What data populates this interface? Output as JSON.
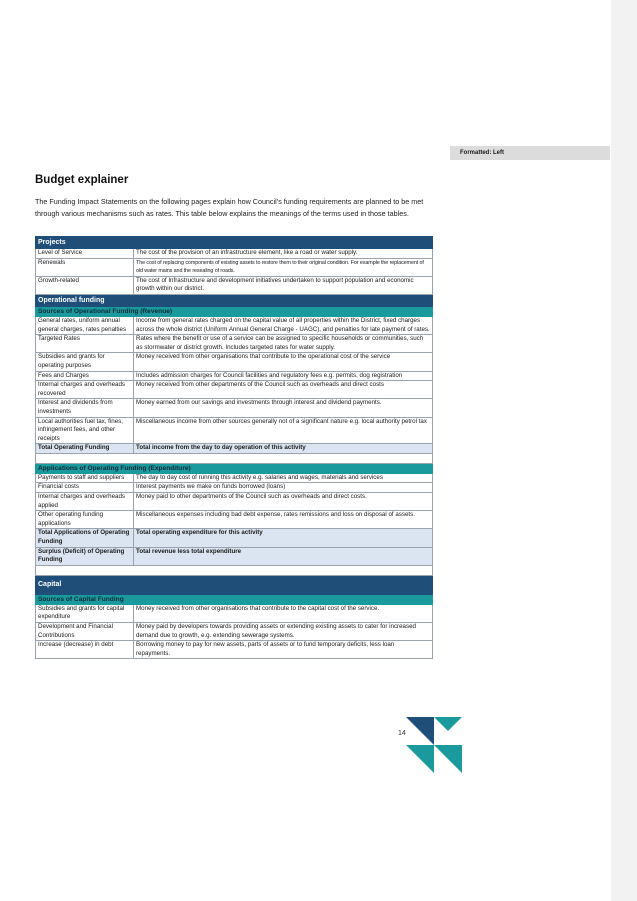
{
  "comment_label": "Formatted: Left",
  "page": {
    "title": "Budget explainer",
    "intro": "The Funding Impact Statements on the following pages explain how Council’s funding requirements are planned to be met through various mechanisms such as rates. This table below explains the meanings of the terms used in those tables.",
    "page_number": "14"
  },
  "colors": {
    "header_blue": "#1f4e79",
    "teal": "#1a9a9c",
    "total_fill": "#dbe5f1"
  },
  "table": {
    "projects": {
      "header": "Projects",
      "rows": [
        {
          "term": "Level of Service",
          "desc": "The cost of the provision of an infrastructure element, like a road or water supply."
        },
        {
          "term": "Renewals",
          "desc": "The cost of replacing components of existing assets to restore them to their original condition. For example the replacement of old water mains and the resealing of roads."
        },
        {
          "term": "Growth-related",
          "desc": "The cost of Infrastructure and development initiatives undertaken to support population and economic growth within our district."
        }
      ]
    },
    "operational": {
      "header": "Operational funding",
      "sources_header": "Sources of Operational Funding (Revenue)",
      "sources": [
        {
          "term": "General rates, uniform annual general charges, rates penalties",
          "desc": "Income from general rates charged on the capital value of all properties within the District, fixed charges across the whole district (Uniform Annual General Charge - UAGC), and penalties for late payment of rates."
        },
        {
          "term": "Targeted Rates",
          "desc": "Rates where the benefit or use of a service can be assigned to specific households or communities, such as stormwater or district growth. Includes targeted rates for water supply."
        },
        {
          "term": "Subsidies and grants for operating purposes",
          "desc": "Money received from other organisations that contribute to the operational cost of the service"
        },
        {
          "term": "Fees and Charges",
          "desc": "Includes admission charges for Council facilities and regulatory fees e.g. permits, dog registration"
        },
        {
          "term": "Internal charges and overheads recovered",
          "desc": "Money received from other departments of the Council such as overheads and direct costs"
        },
        {
          "term": "Interest and dividends from investments",
          "desc": "Money earned from our savings and investments through interest and dividend payments."
        },
        {
          "term": "Local authorities fuel tax, fines, infringement fees, and other receipts",
          "desc": "Miscellaneous income from other sources generally not of a significant nature e.g. local authority petrol tax"
        }
      ],
      "sources_total": {
        "term": "Total Operating Funding",
        "desc": "Total income from the day to day operation of this activity"
      },
      "applications_header": "Applications of Operating Funding (Expenditure)",
      "applications": [
        {
          "term": "Payments to staff and suppliers",
          "desc": "The day to day cost of running this activity e.g. salaries and wages, materials and services"
        },
        {
          "term": "Financial costs",
          "desc": "Interest payments we make on funds borrowed (loans)"
        },
        {
          "term": "Internal charges and overheads applied",
          "desc": "Money paid to other departments of the Council such as overheads and direct costs."
        },
        {
          "term": "Other operating funding applications",
          "desc": "Miscellaneous expenses including bad debt expense, rates remissions and loss on disposal of assets."
        }
      ],
      "applications_total": {
        "term": "Total Applications of Operating Funding",
        "desc": "Total operating expenditure for this activity"
      },
      "surplus": {
        "term": "Surplus (Deficit) of Operating Funding",
        "desc": "Total revenue less total expenditure"
      }
    },
    "capital": {
      "header": "Capital",
      "sources_header": "Sources of Capital Funding",
      "sources": [
        {
          "term": "Subsidies and grants for capital expenditure",
          "desc": "Money received from other organisations that contribute to the capital cost of the service."
        },
        {
          "term": "Development and Financial Contributions",
          "desc": "Money paid by developers towards providing assets or extending existing assets to cater for increased demand due to growth, e.g. extending sewerage systems."
        },
        {
          "term": "Increase (decrease) in debt",
          "desc": "Borrowing money to pay for new assets, parts of assets or to fund temporary deficits, less loan repayments."
        }
      ]
    }
  }
}
